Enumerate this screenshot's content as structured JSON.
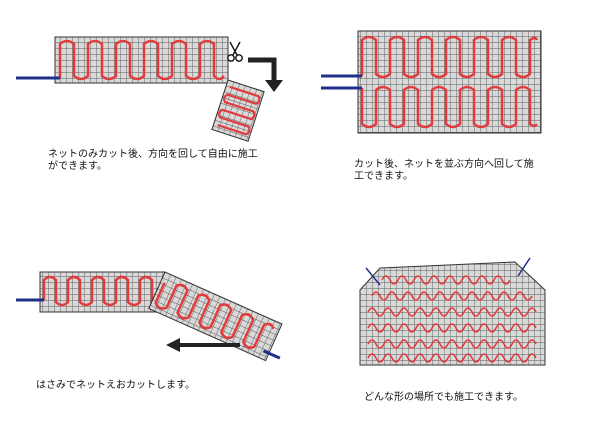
{
  "captions": {
    "panel1": "ネットのみカット後、方向を回して自由に施工\nができます。",
    "panel2": "カット後、ネットを並ぶ方向へ回して施\n工できます。",
    "panel3": "はさみでネットえおカットします。",
    "panel4": "どんな形の場所でも施工できます。"
  },
  "icons": {
    "scissors": "scissors-icon",
    "arrow_turn": "turn-arrow-icon",
    "arrow_left": "left-arrow-icon"
  },
  "colors": {
    "grid": "#5a5a5a",
    "grid_bg": "#d9d9d9",
    "heating_wire": "#e23b3b",
    "lead_wire": "#1f2f8a",
    "arrow": "#222222"
  }
}
